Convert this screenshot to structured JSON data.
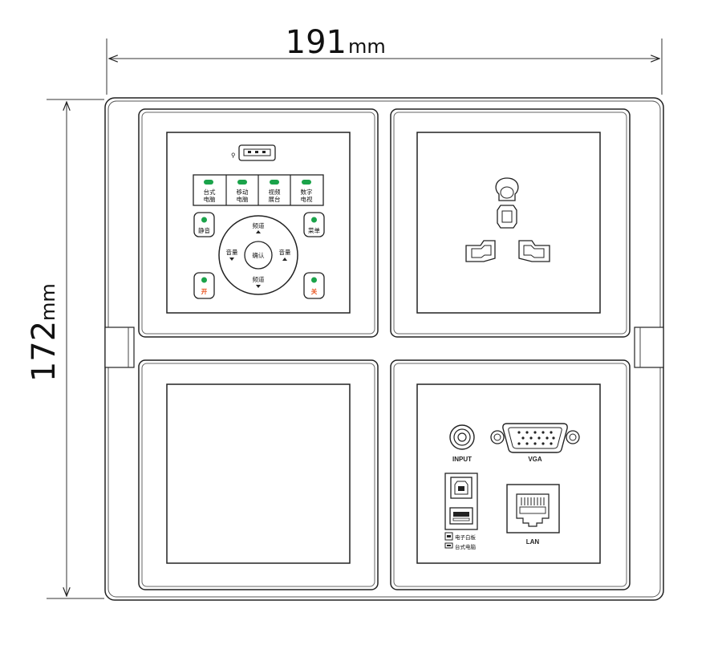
{
  "dimensions": {
    "width_value": "191",
    "width_unit": "mm",
    "height_value": "172",
    "height_unit": "mm"
  },
  "control_module": {
    "source_buttons": [
      {
        "line1": "台式",
        "line2": "电脑"
      },
      {
        "line1": "移动",
        "line2": "电脑"
      },
      {
        "line1": "视频",
        "line2": "展台"
      },
      {
        "line1": "数字",
        "line2": "电视"
      }
    ],
    "mute_label": "静音",
    "menu_label": "菜单",
    "on_label": "开",
    "off_label": "关",
    "dpad": {
      "top": "频道",
      "bottom": "频道",
      "left": "音量",
      "right": "音量",
      "center": "确认"
    },
    "led_color": "#1aa34a",
    "power_text_color": "#e8501c"
  },
  "ports_module": {
    "input_label": "INPUT",
    "vga_label": "VGA",
    "lan_label": "LAN",
    "usb_line1": "电子白板",
    "usb_line2": "台式电脑"
  }
}
